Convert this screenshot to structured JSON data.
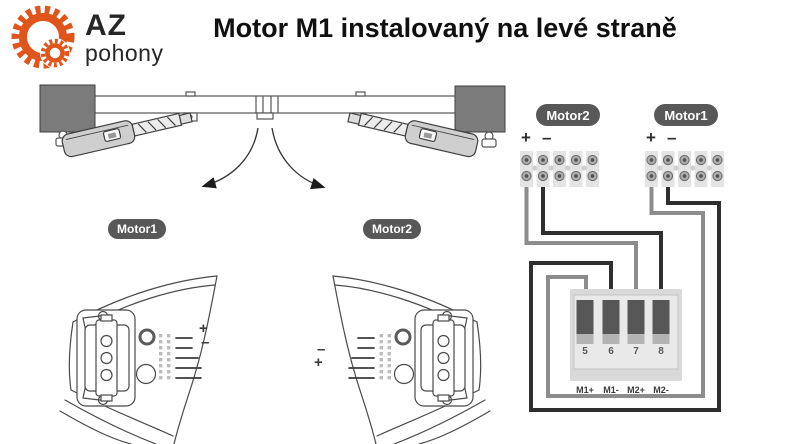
{
  "logo": {
    "brand": "AZ",
    "brand_sub": "pohony",
    "gear_color": "#e0551b"
  },
  "header": {
    "title": "Motor M1 instalovaný na levé straně"
  },
  "gate": {
    "motor1_label": "Motor1",
    "motor2_label": "Motor2"
  },
  "motor_details": {
    "left": {
      "plus": "+",
      "minus": "–"
    },
    "right": {
      "plus": "+",
      "minus": "–"
    }
  },
  "wiring": {
    "motor2_label": "Motor2",
    "motor1_label": "Motor1",
    "motor2_polarity": {
      "plus": "+",
      "minus": "–"
    },
    "motor1_polarity": {
      "plus": "+",
      "minus": "–"
    },
    "wire_colors": {
      "positive": "#8c8c8c",
      "negative": "#2f2f2f"
    },
    "board": {
      "terminals": [
        {
          "number": "5",
          "label": "M1+"
        },
        {
          "number": "6",
          "label": "M1-"
        },
        {
          "number": "7",
          "label": "M2+"
        },
        {
          "number": "8",
          "label": "M2-"
        }
      ]
    },
    "connections": [
      {
        "from": "Motor1 +",
        "to": "terminal 5 (M1+)"
      },
      {
        "from": "Motor1 -",
        "to": "terminal 6 (M1-)"
      },
      {
        "from": "Motor2 +",
        "to": "terminal 7 (M2+)"
      },
      {
        "from": "Motor2 -",
        "to": "terminal 8 (M2-)"
      }
    ]
  }
}
